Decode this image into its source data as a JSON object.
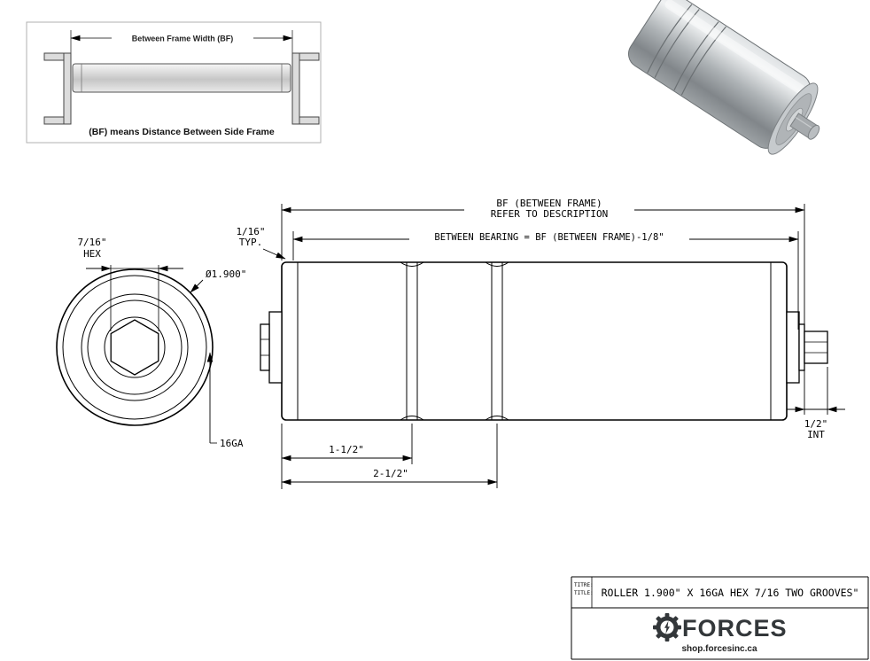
{
  "inset": {
    "dim_label": "Between Frame Width (BF)",
    "caption": "(BF) means Distance Between Side Frame"
  },
  "end_view": {
    "hex_size": "7/16\"",
    "hex_word": "HEX",
    "diameter": "Ø1.900\"",
    "gauge": "16GA"
  },
  "side_view": {
    "bf_label_line1": "BF (BETWEEN FRAME)",
    "bf_label_line2": "REFER TO DESCRIPTION",
    "between_bearing_label": "BETWEEN BEARING = BF (BETWEEN FRAME)-1/8\"",
    "typ_value": "1/16\"",
    "typ_word": "TYP.",
    "groove1_dim": "1-1/2\"",
    "groove2_dim": "2-1/2\"",
    "shaft_dim_value": "1/2\"",
    "shaft_dim_word": "INT"
  },
  "title_block": {
    "label_fr": "TITRE:",
    "label_en": "TITLE:",
    "drawing_title": "ROLLER 1.900\" X 16GA HEX 7/16 TWO GROOVES\"",
    "brand_name": "FORCES",
    "website": "shop.forcesinc.ca"
  },
  "colors": {
    "line": "#000000",
    "inset_line": "#444444",
    "logo": "#33373a"
  }
}
